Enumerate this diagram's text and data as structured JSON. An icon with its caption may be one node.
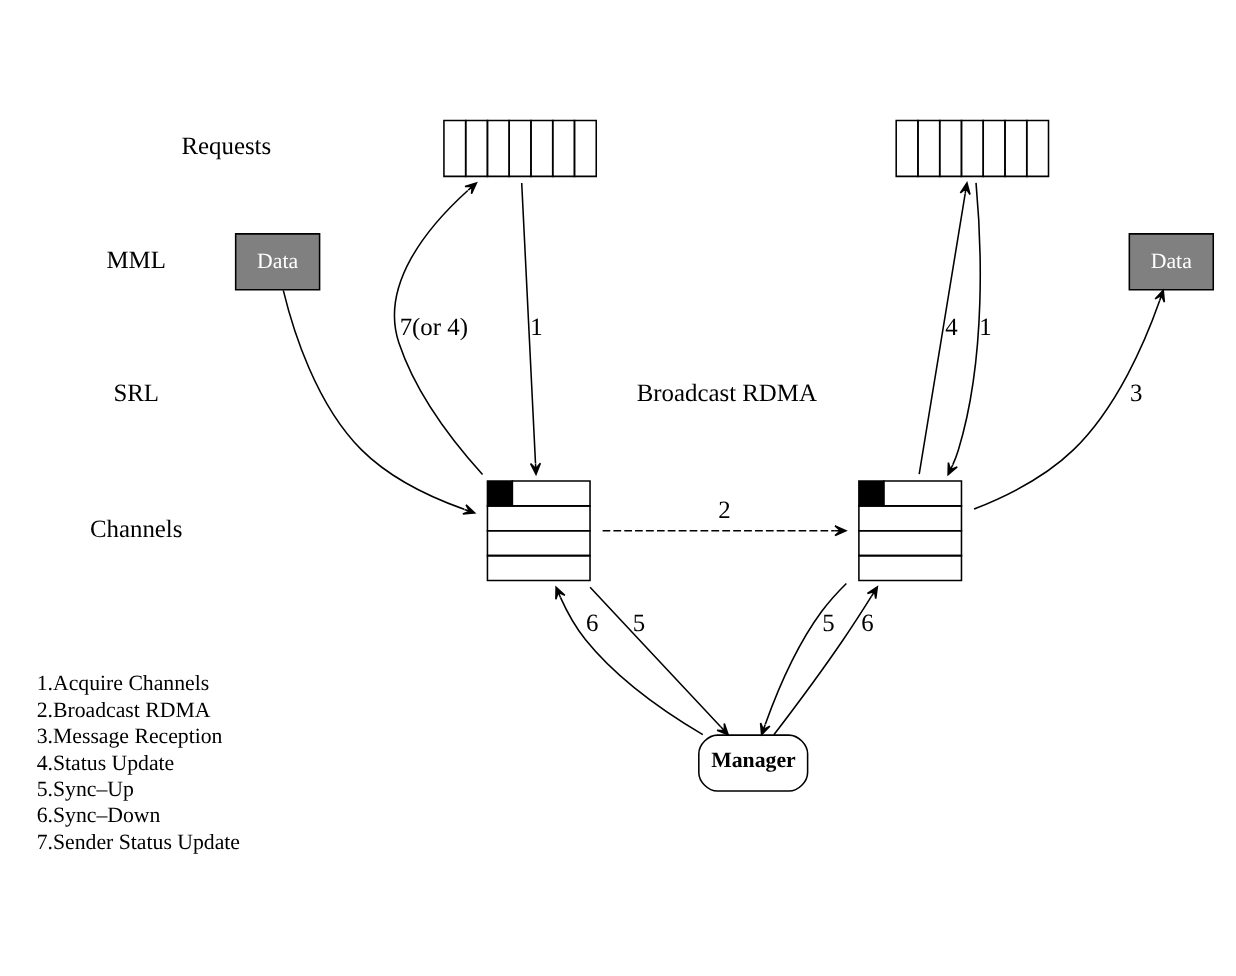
{
  "diagram": {
    "nodes": [
      {
        "text": [],
        "shape": "box"
      },
      {
        "text": [],
        "shape": "box"
      },
      {
        "text": [
          "Data"
        ]
      },
      {
        "text": [
          "Data"
        ]
      },
      {
        "text": [],
        "shape": "box"
      },
      {
        "text": [],
        "shape": "box"
      },
      {
        "text": [
          "Manager"
        ]
      }
    ],
    "edges": [
      {
        "from": 4,
        "to": 0,
        "arrow": "to",
        "label": "7(or 4)"
      },
      {
        "from": 0,
        "to": 4,
        "arrow": "to",
        "label": "1"
      },
      {
        "from": 2,
        "to": 4,
        "arrow": "to"
      },
      {
        "from": 4,
        "to": 5,
        "arrow": "to",
        "label": "2",
        "style": "dashed"
      },
      {
        "from": 1,
        "to": 5,
        "arrow": "to",
        "label": "1"
      },
      {
        "from": 5,
        "to": 1,
        "arrow": "to",
        "label": "4"
      },
      {
        "from": 5,
        "to": 3,
        "arrow": "to",
        "label": "3"
      },
      {
        "from": 4,
        "to": 6,
        "arrow": "to",
        "label": "5"
      },
      {
        "from": 5,
        "to": 6,
        "arrow": "to",
        "label": "5"
      },
      {
        "from": 6,
        "to": 4,
        "arrow": "to",
        "label": "6"
      },
      {
        "from": 6,
        "to": 5,
        "arrow": "to",
        "label": "6"
      }
    ],
    "labels": [
      "Requests",
      "MML",
      "SRL",
      "Broadcast RDMA",
      "Channels",
      "1.Acquire Channels",
      "2.Broadcast RDMA",
      "3.Message Reception",
      "4.Status Update",
      "5.Sync–Up",
      "6.Sync–Down",
      "7.Sender Status Update"
    ]
  }
}
